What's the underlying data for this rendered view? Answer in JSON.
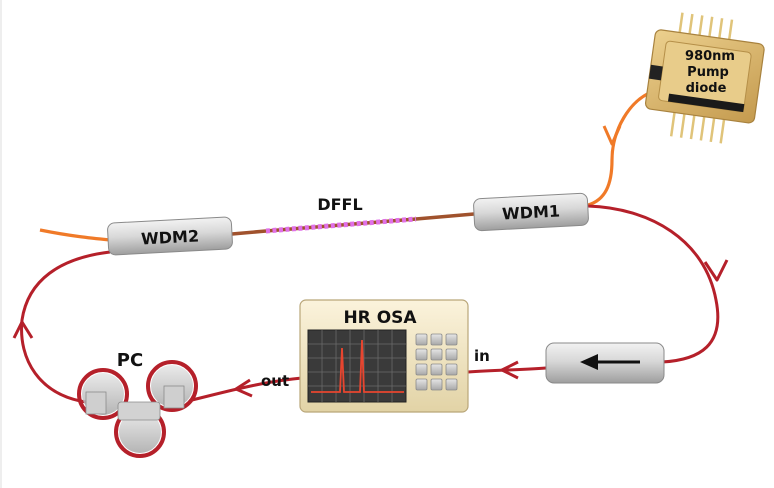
{
  "labels": {
    "pump_line1": "980nm",
    "pump_line2": "Pump",
    "pump_line3": "diode",
    "wdm1": "WDM1",
    "wdm2": "WDM2",
    "dffl": "DFFL",
    "osa": "HR OSA",
    "osa_in": "in",
    "osa_out": "out",
    "pc": "PC"
  },
  "colors": {
    "fiber_red": "#b5202a",
    "fiber_orange": "#f07a28",
    "fiber_brown": "#a0522d",
    "dffl_grating": "#e070e8",
    "body_gray": "#d6d6d6",
    "pump_gold": "#d9b56b",
    "osa_body": "#f2e7c6",
    "osa_screen": "#3a3a3a",
    "spectrum": "#e8452f"
  },
  "icons": {
    "isolator": "left-arrow-icon",
    "fiber_direction": "arrowhead-icon"
  }
}
